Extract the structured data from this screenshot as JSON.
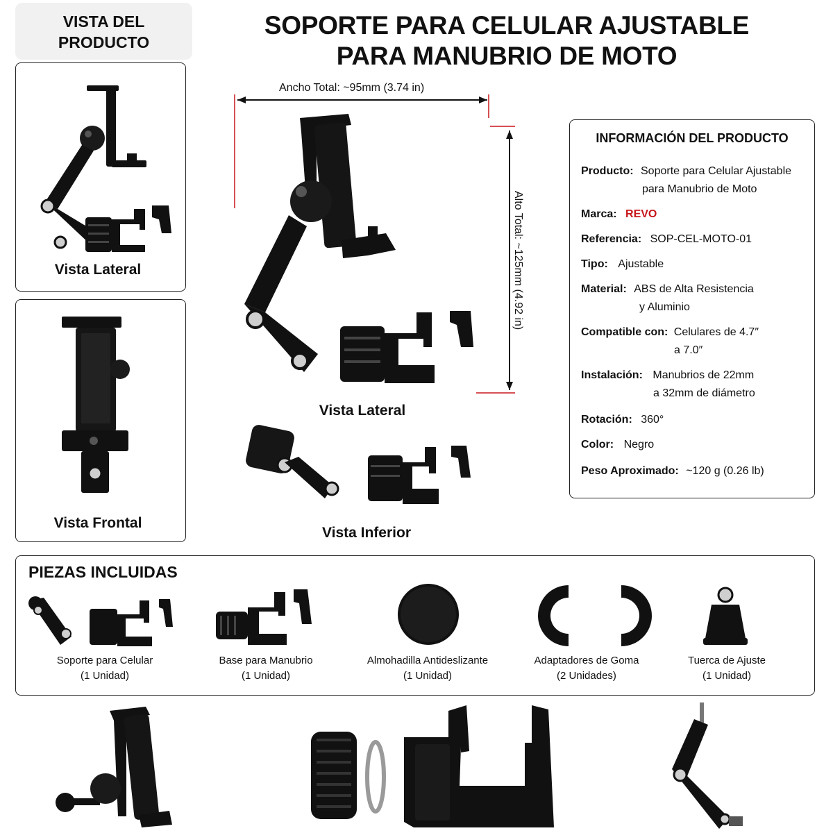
{
  "header": {
    "line1": "SOPORTE PARA CELULAR AJUSTABLE",
    "line2": "PARA MANUBRIO DE MOTO"
  },
  "product_views": {
    "title_line1": "VISTA DEL",
    "title_line2": "PRODUCTO",
    "lateral": "Vista Lateral",
    "frontal": "Vista Frontal"
  },
  "main_view": {
    "width_label": "Ancho Total: ~95mm (3.74 in)",
    "height_label": "Alto Total: ~125mm (4.92 in)",
    "lateral_caption": "Vista Lateral",
    "inferior_caption": "Vista Inferior"
  },
  "info": {
    "title": "INFORMACIÓN DEL PRODUCTO",
    "producto_label": "Producto:",
    "producto_l1": "Soporte para Celular Ajustable",
    "producto_l2": "para Manubrio de Moto",
    "marca_label": "Marca:",
    "marca": "REVO",
    "referencia_label": "Referencia:",
    "referencia": "SOP-CEL-MOTO-01",
    "tipo_label": "Tipo:",
    "tipo": "Ajustable",
    "material_label": "Material:",
    "material_l1": "ABS de Alta Resistencia",
    "material_l2": "y Aluminio",
    "compatible_label": "Compatible con:",
    "compatible_l1": "Celulares de 4.7″",
    "compatible_l2": "a 7.0″",
    "instalacion_label": "Instalación:",
    "instalacion_l1": "Manubrios de 22mm",
    "instalacion_l2": "a 32mm de diámetro",
    "rotacion_label": "Rotación:",
    "rotacion": "360°",
    "color_label": "Color:",
    "color": "Negro",
    "peso_label": "Peso Aproximado:",
    "peso": "~120 g (0.26 lb)"
  },
  "parts": {
    "title": "PIEZAS INCLUIDAS",
    "items": [
      {
        "name": "Soporte para Celular",
        "qty": "(1 Unidad)"
      },
      {
        "name": "Base para Manubrio",
        "qty": "(1 Unidad)"
      },
      {
        "name": "Almohadilla Antideslizante",
        "qty": "(1 Unidad)"
      },
      {
        "name": "Adaptadores de Goma",
        "qty": "(2 Unidades)"
      },
      {
        "name": "Tuerca de Ajuste",
        "qty": "(1 Unidad)"
      }
    ]
  },
  "colors": {
    "accent_red": "#c8171b",
    "product_black": "#111111",
    "metal": "#cfcfcf"
  }
}
